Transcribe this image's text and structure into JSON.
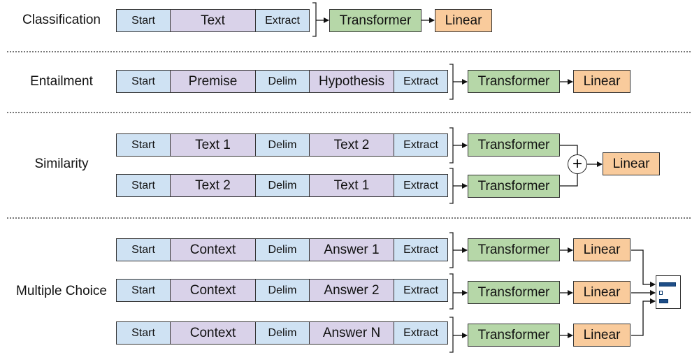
{
  "tasks": {
    "classification": {
      "label": "Classification",
      "tokens": [
        "Start",
        "Text",
        "Extract"
      ],
      "transformer": "Transformer",
      "linear": "Linear"
    },
    "entailment": {
      "label": "Entailment",
      "tokens": [
        "Start",
        "Premise",
        "Delim",
        "Hypothesis",
        "Extract"
      ],
      "transformer": "Transformer",
      "linear": "Linear"
    },
    "similarity": {
      "label": "Similarity",
      "rows": [
        {
          "tokens": [
            "Start",
            "Text 1",
            "Delim",
            "Text 2",
            "Extract"
          ],
          "transformer": "Transformer"
        },
        {
          "tokens": [
            "Start",
            "Text 2",
            "Delim",
            "Text 1",
            "Extract"
          ],
          "transformer": "Transformer"
        }
      ],
      "combine_symbol": "+",
      "linear": "Linear"
    },
    "multiple_choice": {
      "label": "Multiple Choice",
      "rows": [
        {
          "tokens": [
            "Start",
            "Context",
            "Delim",
            "Answer 1",
            "Extract"
          ],
          "transformer": "Transformer",
          "linear": "Linear"
        },
        {
          "tokens": [
            "Start",
            "Context",
            "Delim",
            "Answer 2",
            "Extract"
          ],
          "transformer": "Transformer",
          "linear": "Linear"
        },
        {
          "tokens": [
            "Start",
            "Context",
            "Delim",
            "Answer N",
            "Extract"
          ],
          "transformer": "Transformer",
          "linear": "Linear"
        }
      ],
      "softmax_icon": "softmax-bars-icon",
      "softmax_levels": [
        1.0,
        0.2,
        0.55
      ]
    }
  },
  "colors": {
    "token_blue": "#cfe2f3",
    "token_purple": "#d9d2e9",
    "transformer_green": "#b6d7a8",
    "linear_orange": "#f9cb9c",
    "bar_blue": "#1f4e87"
  }
}
